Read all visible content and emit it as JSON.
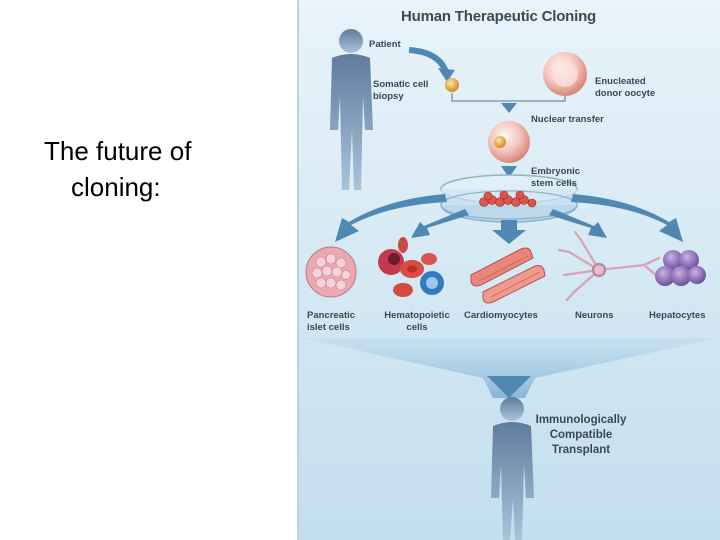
{
  "slide": {
    "text_line1": "The future of",
    "text_line2": "cloning:"
  },
  "figure": {
    "title": "Human Therapeutic Cloning",
    "labels": {
      "patient": "Patient",
      "somatic": "Somatic cell\nbiopsy",
      "enucleated": "Enucleated\ndonor oocyte",
      "nuclear_transfer": "Nuclear transfer",
      "embryonic": "Embryonic\nstem cells",
      "pancreatic": "Pancreatic\nislet cells",
      "hematopoietic": "Hematopoietic\ncells",
      "cardiomyocytes": "Cardiomyocytes",
      "neurons": "Neurons",
      "hepatocytes": "Hepatocytes",
      "transplant": "Immunologically\nCompatible\nTransplant"
    }
  },
  "colors": {
    "background_top": "#e9f3fa",
    "background_bottom": "#c3deee",
    "arrow": "#4f88b3",
    "silhouette": "#6b86a4",
    "text": "#3a4756"
  }
}
